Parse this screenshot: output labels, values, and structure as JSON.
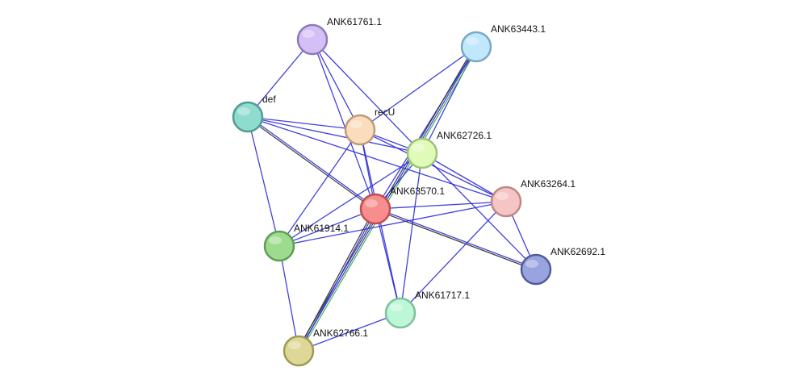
{
  "nodes": [
    {
      "id": "ANK61761.1",
      "label": "ANK61761.1",
      "color": "#d4bff6",
      "stroke": "#8e7ab8"
    },
    {
      "id": "ANK63443.1",
      "label": "ANK63443.1",
      "color": "#c0e7fb",
      "stroke": "#7aa8c4"
    },
    {
      "id": "def",
      "label": "def",
      "color": "#8fdccf",
      "stroke": "#4f9d91"
    },
    {
      "id": "recU",
      "label": "recU",
      "color": "#fbdcbc",
      "stroke": "#c09a78"
    },
    {
      "id": "ANK62726.1",
      "label": "ANK62726.1",
      "color": "#e0fbb8",
      "stroke": "#9ec27a"
    },
    {
      "id": "ANK63570.1",
      "label": "ANK63570.1",
      "color": "#f78d8d",
      "stroke": "#c04d4d"
    },
    {
      "id": "ANK63264.1",
      "label": "ANK63264.1",
      "color": "#f5c4c4",
      "stroke": "#c08686"
    },
    {
      "id": "ANK61914.1",
      "label": "ANK61914.1",
      "color": "#9ddc8e",
      "stroke": "#5e9e52"
    },
    {
      "id": "ANK62692.1",
      "label": "ANK62692.1",
      "color": "#98a3e0",
      "stroke": "#505c98"
    },
    {
      "id": "ANK61717.1",
      "label": "ANK61717.1",
      "color": "#bdf7d7",
      "stroke": "#7ec09c"
    },
    {
      "id": "ANK62766.1",
      "label": "ANK62766.1",
      "color": "#ddd897",
      "stroke": "#9e9a55"
    }
  ],
  "edges": [
    {
      "source": "ANK61761.1",
      "target": "def",
      "evidence": [
        "blue"
      ]
    },
    {
      "source": "ANK61761.1",
      "target": "recU",
      "evidence": [
        "blue"
      ]
    },
    {
      "source": "ANK61761.1",
      "target": "ANK62726.1",
      "evidence": [
        "blue"
      ]
    },
    {
      "source": "ANK61761.1",
      "target": "ANK63570.1",
      "evidence": [
        "blue"
      ]
    },
    {
      "source": "ANK63443.1",
      "target": "recU",
      "evidence": [
        "blue"
      ]
    },
    {
      "source": "ANK63443.1",
      "target": "ANK62726.1",
      "evidence": [
        "blue"
      ]
    },
    {
      "source": "ANK63443.1",
      "target": "ANK63570.1",
      "evidence": [
        "blue"
      ]
    },
    {
      "source": "ANK63443.1",
      "target": "ANK62766.1",
      "evidence": [
        "green",
        "blue",
        "dark"
      ]
    },
    {
      "source": "def",
      "target": "recU",
      "evidence": [
        "blue"
      ]
    },
    {
      "source": "def",
      "target": "ANK62726.1",
      "evidence": [
        "blue"
      ]
    },
    {
      "source": "def",
      "target": "ANK63570.1",
      "evidence": [
        "blue",
        "dark"
      ]
    },
    {
      "source": "def",
      "target": "ANK61914.1",
      "evidence": [
        "blue"
      ]
    },
    {
      "source": "def",
      "target": "ANK63264.1",
      "evidence": [
        "blue"
      ]
    },
    {
      "source": "recU",
      "target": "ANK62726.1",
      "evidence": [
        "blue"
      ]
    },
    {
      "source": "recU",
      "target": "ANK63570.1",
      "evidence": [
        "blue"
      ]
    },
    {
      "source": "recU",
      "target": "ANK61717.1",
      "evidence": [
        "blue"
      ]
    },
    {
      "source": "recU",
      "target": "ANK61914.1",
      "evidence": [
        "blue"
      ]
    },
    {
      "source": "recU",
      "target": "ANK63264.1",
      "evidence": [
        "blue"
      ]
    },
    {
      "source": "ANK62726.1",
      "target": "ANK63570.1",
      "evidence": [
        "blue"
      ]
    },
    {
      "source": "ANK62726.1",
      "target": "ANK63264.1",
      "evidence": [
        "blue"
      ]
    },
    {
      "source": "ANK62726.1",
      "target": "ANK62692.1",
      "evidence": [
        "blue"
      ]
    },
    {
      "source": "ANK62726.1",
      "target": "ANK61914.1",
      "evidence": [
        "blue"
      ]
    },
    {
      "source": "ANK62726.1",
      "target": "ANK61717.1",
      "evidence": [
        "blue"
      ]
    },
    {
      "source": "ANK63570.1",
      "target": "ANK63264.1",
      "evidence": [
        "blue"
      ]
    },
    {
      "source": "ANK63570.1",
      "target": "ANK62692.1",
      "evidence": [
        "blue",
        "dark"
      ]
    },
    {
      "source": "ANK63570.1",
      "target": "ANK61914.1",
      "evidence": [
        "blue"
      ]
    },
    {
      "source": "ANK63570.1",
      "target": "ANK61717.1",
      "evidence": [
        "blue"
      ]
    },
    {
      "source": "ANK63570.1",
      "target": "ANK62766.1",
      "evidence": [
        "blue",
        "dark"
      ]
    },
    {
      "source": "ANK63264.1",
      "target": "ANK61914.1",
      "evidence": [
        "blue"
      ]
    },
    {
      "source": "ANK63264.1",
      "target": "ANK62692.1",
      "evidence": [
        "blue"
      ]
    },
    {
      "source": "ANK63264.1",
      "target": "ANK61717.1",
      "evidence": [
        "blue"
      ]
    },
    {
      "source": "ANK61914.1",
      "target": "ANK62766.1",
      "evidence": [
        "blue"
      ]
    },
    {
      "source": "ANK61717.1",
      "target": "ANK62766.1",
      "evidence": [
        "blue"
      ]
    }
  ],
  "evidence_colors": {
    "blue": "#2b2bd8",
    "green": "#3cb43c",
    "dark": "#333333"
  }
}
